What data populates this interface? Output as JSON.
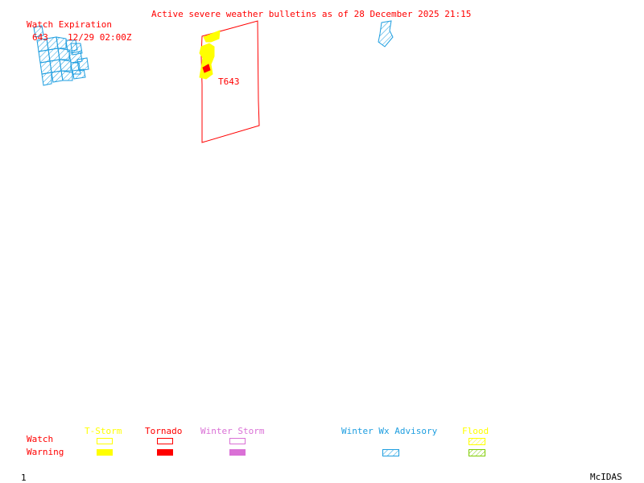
{
  "header": {
    "title": "Active severe weather bulletins as of 28 December 2025 21:15"
  },
  "watch_expiration": {
    "heading": "Watch Expiration",
    "entries": [
      {
        "watch": "643",
        "expires": "12/29 02:00Z"
      }
    ]
  },
  "map": {
    "watch_label": "T643"
  },
  "legend": {
    "row_labels": {
      "watch": "Watch",
      "warning": "Warning"
    },
    "categories": [
      {
        "name": "T-Storm",
        "color": "#ffff00",
        "watch": "outline",
        "warning": "filled"
      },
      {
        "name": "Tornado",
        "color": "#ff0000",
        "watch": "outline",
        "warning": "filled"
      },
      {
        "name": "Winter Storm",
        "color": "#da70d6",
        "watch": "outline",
        "warning": "filled"
      },
      {
        "name": "Winter Wx Advisory",
        "color": "#1e9ee0",
        "watch": "none",
        "warning": "hatched"
      },
      {
        "name": "Flood",
        "color": "#ffff00",
        "warning_color": "#7fcc00",
        "watch": "hatched",
        "warning": "hatched"
      }
    ]
  },
  "footer": {
    "frame_number": "1",
    "software": "McIDAS"
  },
  "colors": {
    "text": "#ff0000",
    "advisory": "#1e9ee0",
    "tstorm": "#ffff00",
    "tornado": "#ff0000",
    "winter_storm": "#da70d6",
    "flood_warning": "#7fcc00"
  }
}
